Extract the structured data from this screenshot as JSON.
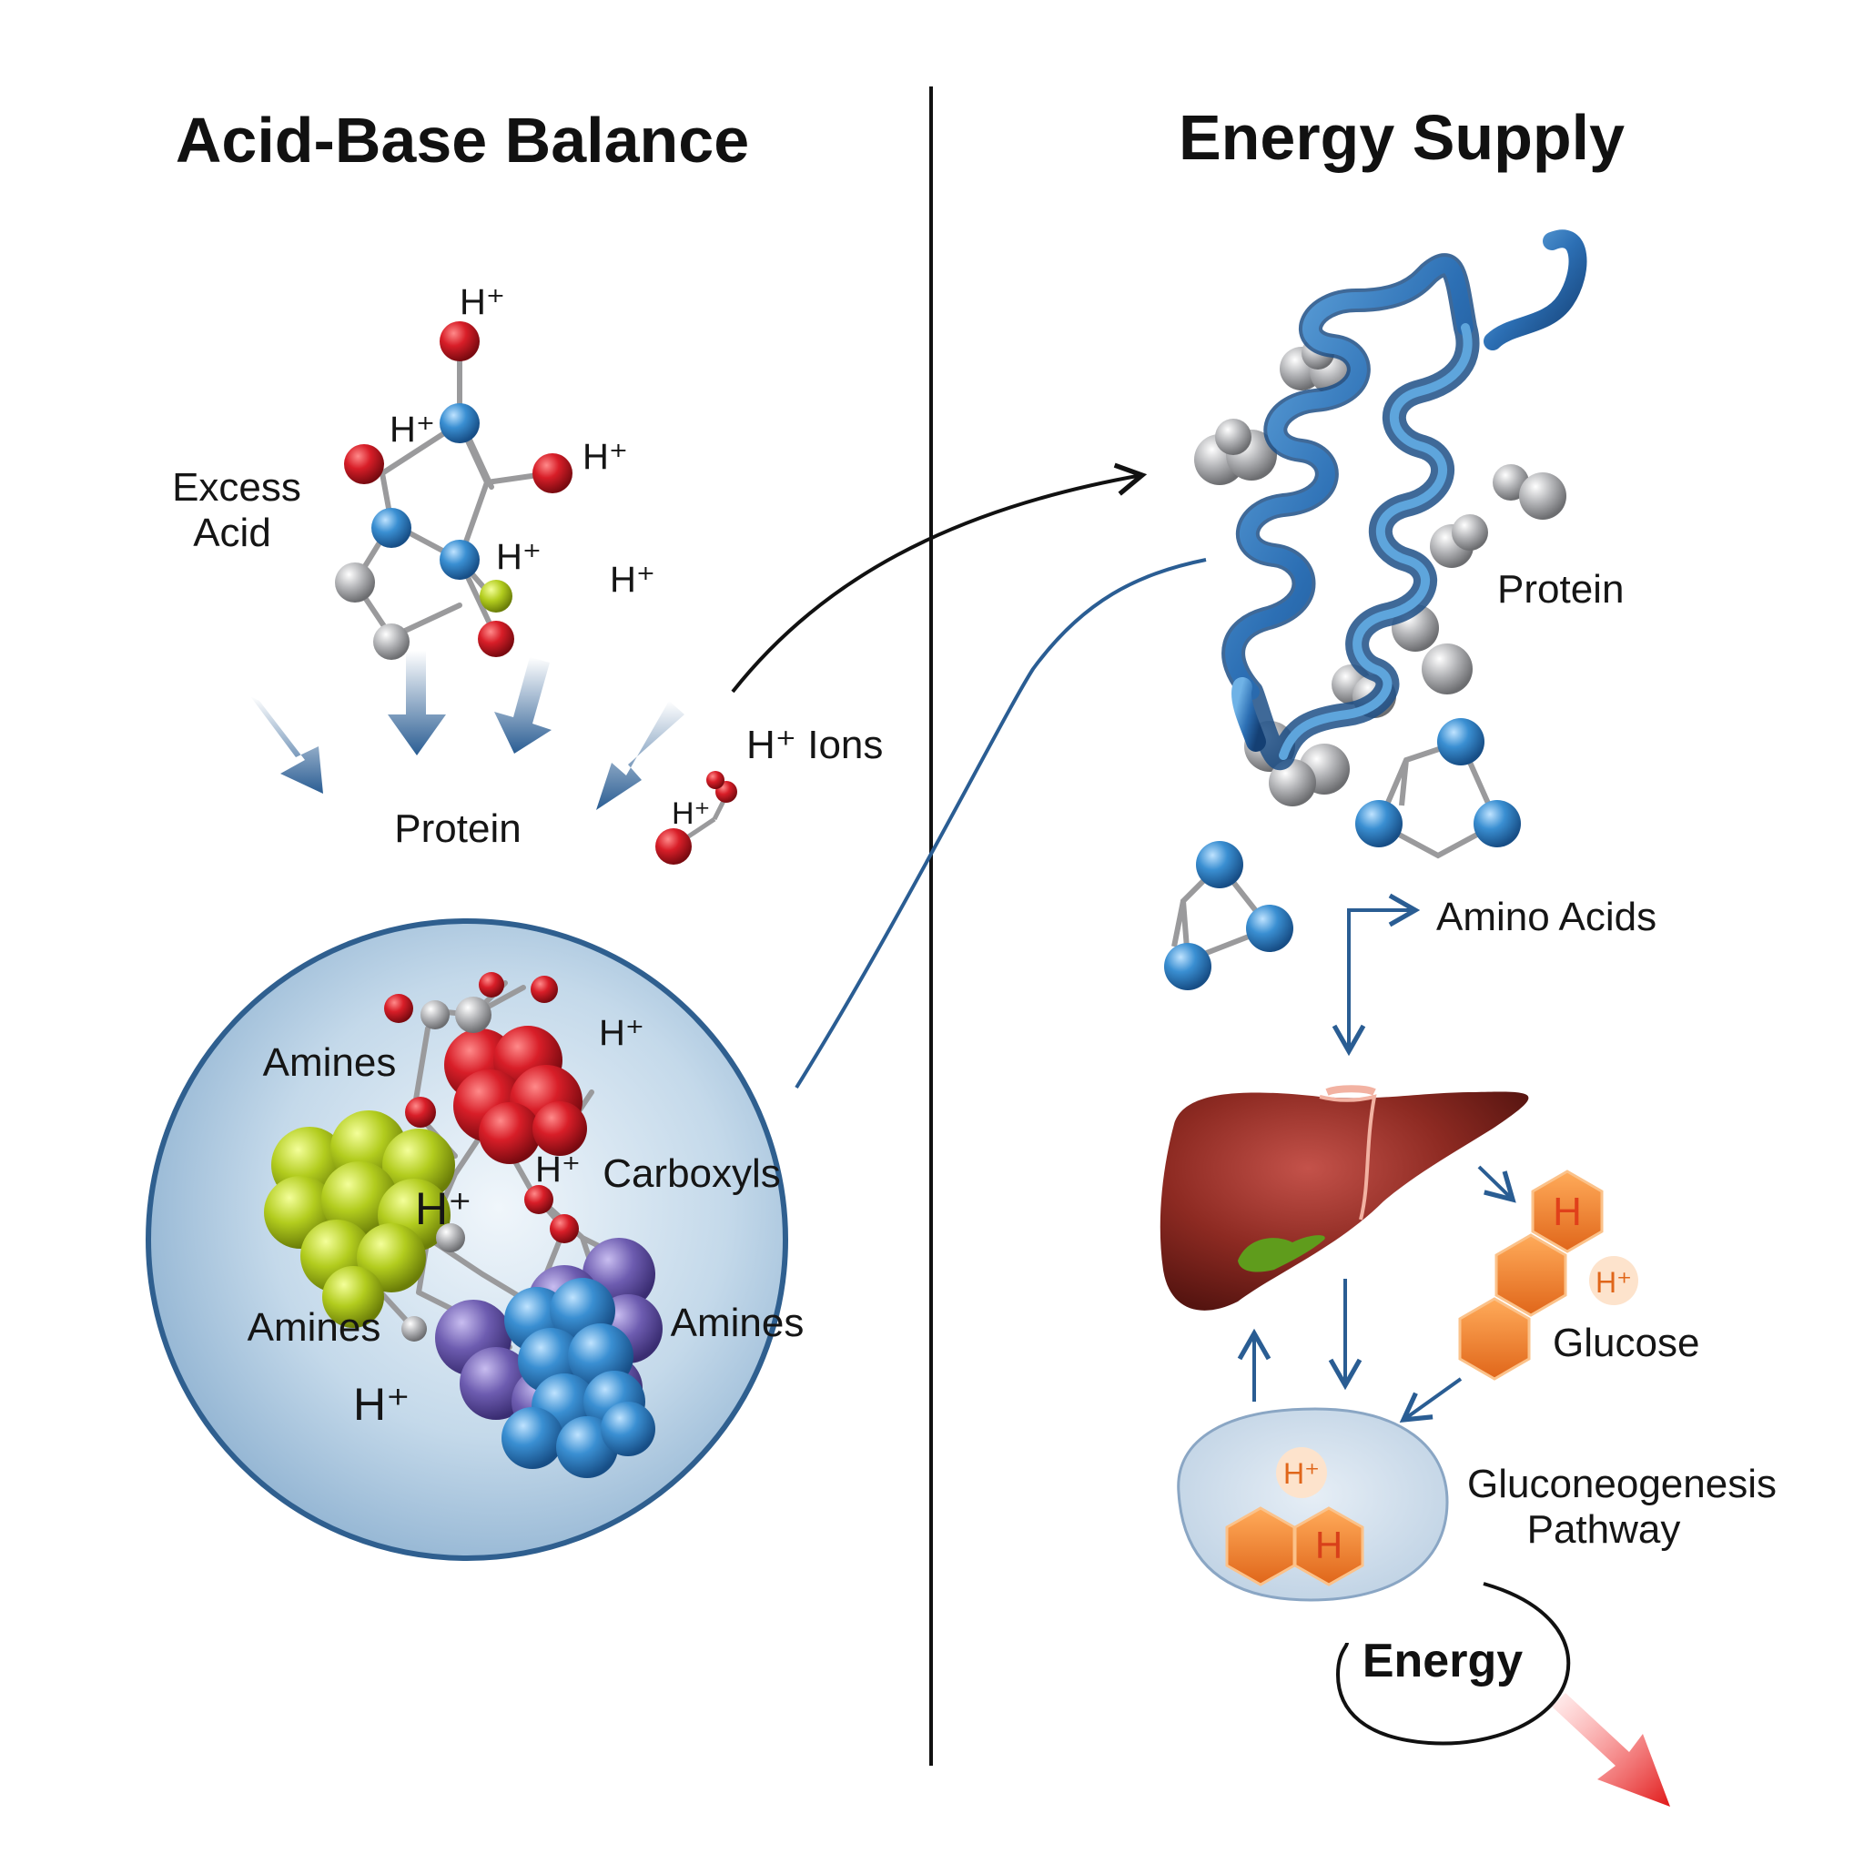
{
  "left_panel": {
    "title": "Acid-Base Balance",
    "excess_acid_line1": "Excess",
    "excess_acid_line2": "Acid",
    "protein_label": "Protein",
    "h_ions_label": "H⁺ Ions",
    "h_plus": "H⁺",
    "zoom_labels": {
      "amines_top": "Amines",
      "amines_left": "Amines",
      "amines_right": "Amines",
      "carboxyls": "Carboxyls"
    }
  },
  "right_panel": {
    "title": "Energy Supply",
    "protein_label": "Protein",
    "amino_acids_label": "Amino Acids",
    "glucose_label": "Glucose",
    "pathway_line1": "Gluconeogenesis",
    "pathway_line2": "Pathway",
    "energy_label": "Energy",
    "hex_letter": "H",
    "h_plus": "H⁺"
  },
  "colors": {
    "arrow_blue": "#2a5d93",
    "atom_red": "#d0202a",
    "atom_blue": "#3c8ccc",
    "atom_gray": "#a8a9ac",
    "atom_lime": "#a8c81c",
    "atom_purple": "#6a5aa6",
    "hex_orange": "#f07f28",
    "liver": "#8e2a22",
    "energy_arrow": "#e01818",
    "zoom_fill": "#bcd4e8"
  }
}
